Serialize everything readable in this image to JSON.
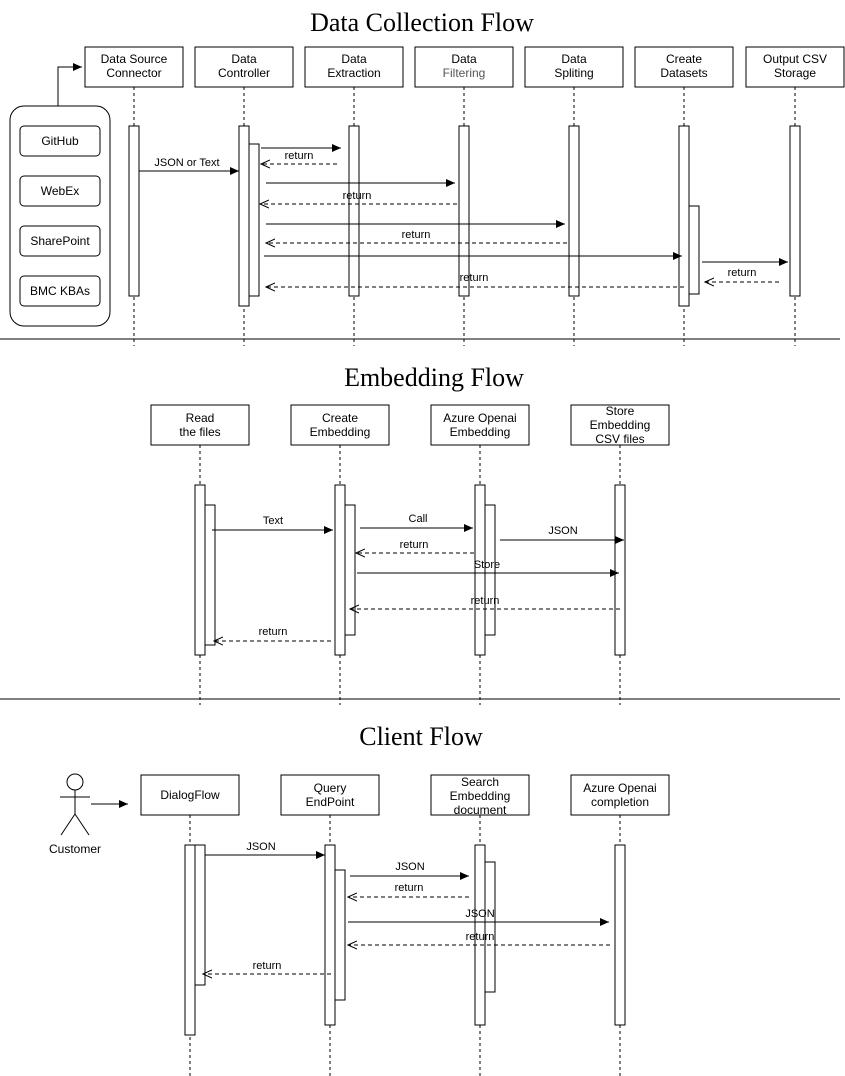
{
  "sections": [
    {
      "title": "Data Collection Flow",
      "participants": [
        "Data Source Connector",
        "Data Controller",
        "Data Extraction",
        "Data Filtering",
        "Data Spliting",
        "Create Datasets",
        "Output CSV Storage"
      ],
      "sources": [
        "GitHub",
        "WebEx",
        "SharePoint",
        "BMC KBAs"
      ],
      "messages": [
        "JSON or Text",
        "return",
        "return",
        "return",
        "return",
        "return"
      ]
    },
    {
      "title": "Embedding Flow",
      "participants": [
        "Read the files",
        "Create Embedding",
        "Azure Openai Embedding",
        "Store Embedding CSV files"
      ],
      "messages": [
        "Text",
        "Call",
        "JSON",
        "return",
        "Store",
        "return",
        "return"
      ]
    },
    {
      "title": "Client Flow",
      "actor": "Customer",
      "participants": [
        "DialogFlow",
        "Query EndPoint",
        "Search Embedding document",
        "Azure Openai completion"
      ],
      "messages": [
        "JSON",
        "JSON",
        "return",
        "JSON",
        "return",
        "return"
      ]
    }
  ]
}
